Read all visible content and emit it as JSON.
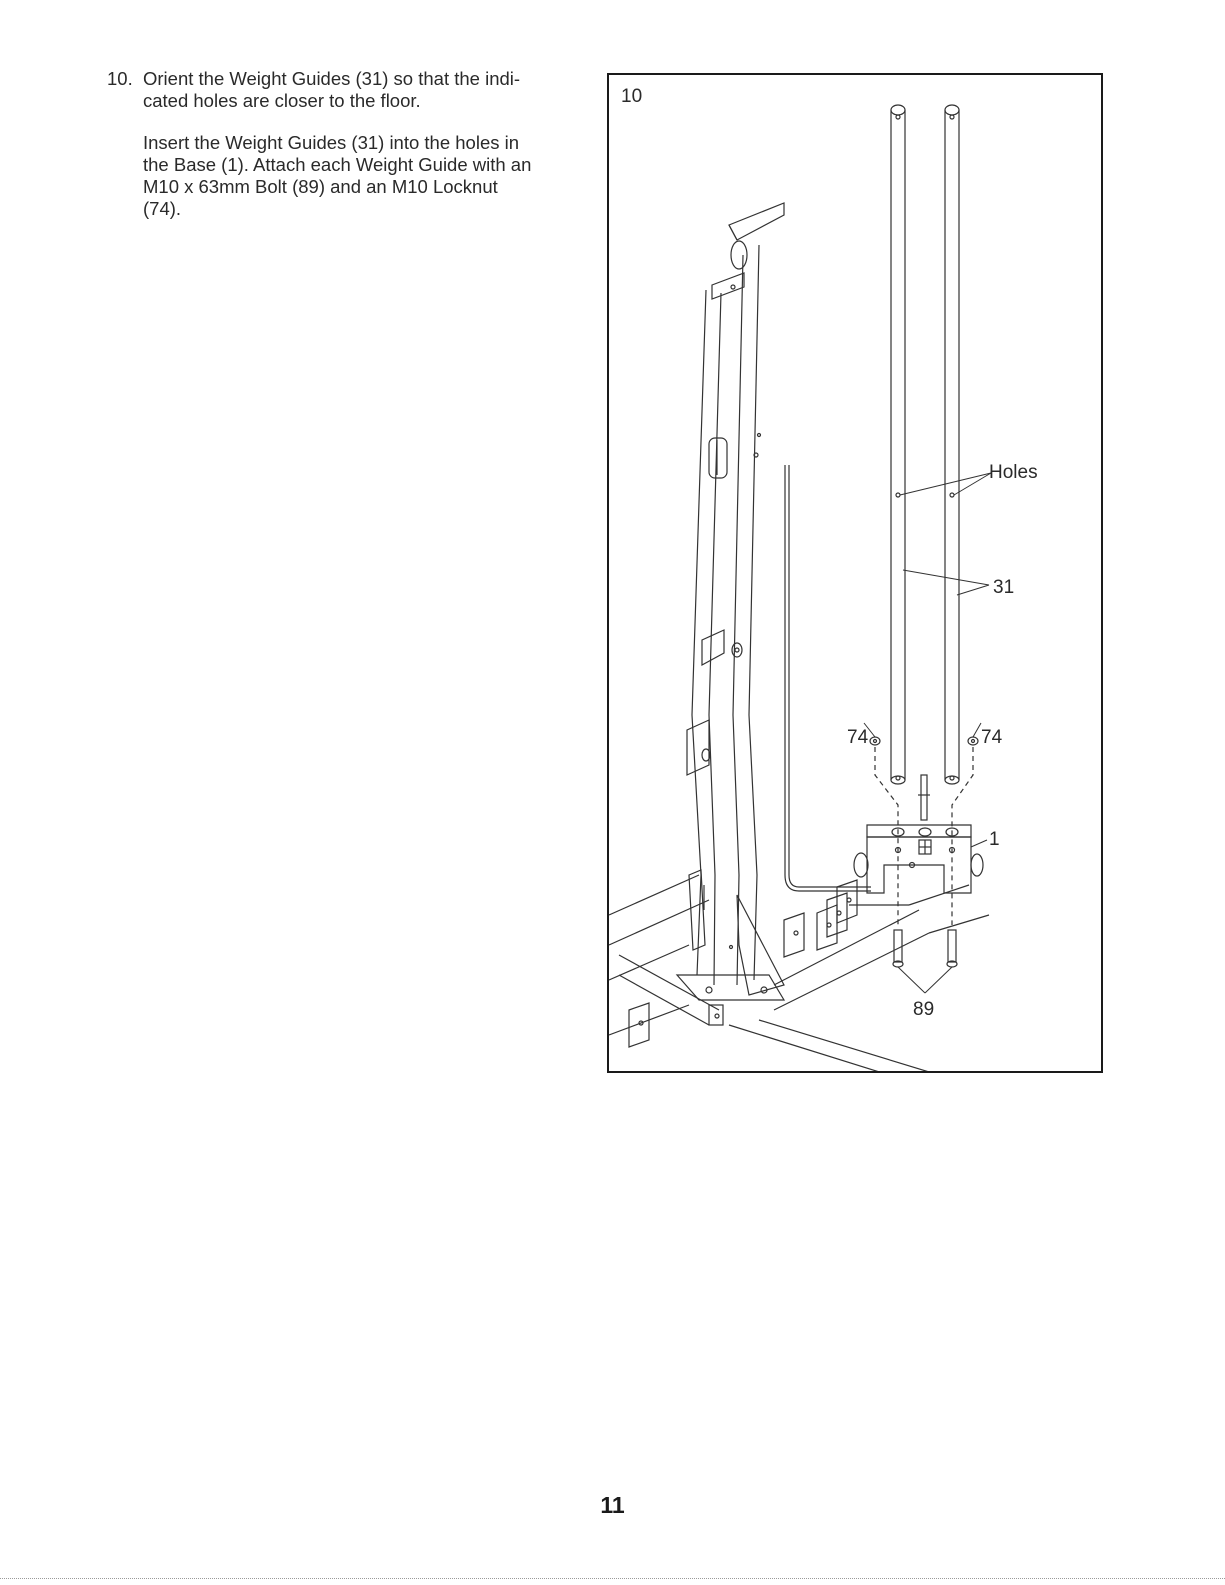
{
  "instructions": {
    "step_number": "10.",
    "paragraph1_line1": "Orient the Weight Guides (31) so that the indi-",
    "paragraph1_line2": "cated holes are closer to the floor.",
    "paragraph2_line1": "Insert the Weight Guides (31) into the holes in",
    "paragraph2_line2": "the Base (1). Attach each Weight Guide with an",
    "paragraph2_line3": "M10 x 63mm Bolt (89) and an M10 Locknut",
    "paragraph2_line4": "(74)."
  },
  "figure": {
    "step_label": "10",
    "callouts": {
      "holes": "Holes",
      "weight_guides": "31",
      "locknut_left": "74",
      "locknut_right": "74",
      "base": "1",
      "bolts": "89"
    }
  },
  "page_number": "11"
}
